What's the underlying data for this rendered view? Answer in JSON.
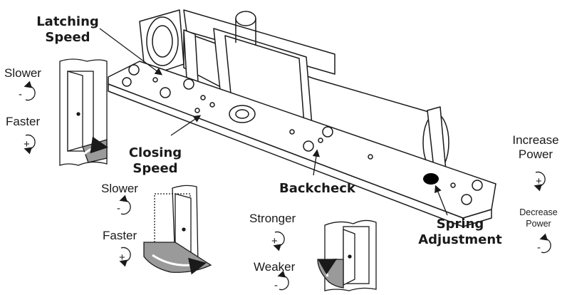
{
  "labels": {
    "latching_speed": [
      "Latching",
      "Speed"
    ],
    "closing_speed": [
      "Closing",
      "Speed"
    ],
    "backcheck": "Backcheck",
    "spring_adjustment": [
      "Spring",
      "Adjustment"
    ],
    "latch_slower": "Slower",
    "latch_faster": "Faster",
    "close_slower": "Slower",
    "close_faster": "Faster",
    "stronger": "Stronger",
    "weaker": "Weaker",
    "increase_power": [
      "Increase",
      "Power"
    ],
    "decrease_power": [
      "Decrease",
      "Power"
    ]
  },
  "symbols": {
    "minus": "-",
    "plus": "+"
  },
  "colors": {
    "ink": "#1a1a1a",
    "fill_light": "#ffffff",
    "shade": "#9a9a9a",
    "spring_port": "#000000"
  },
  "icons": [
    "door-closer-illustration",
    "door-swing-icon",
    "rotate-counterclockwise-icon",
    "rotate-clockwise-icon"
  ]
}
